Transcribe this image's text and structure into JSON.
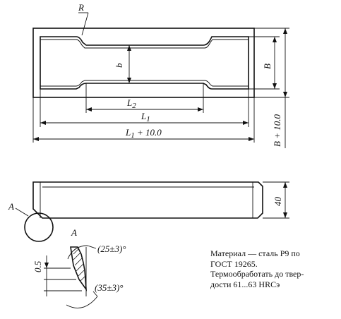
{
  "labels": {
    "radius": "R",
    "width_inner": "b",
    "width_outer": "B",
    "length_2": "L",
    "length_2_sub": "2",
    "length_1": "L",
    "length_1_sub": "1",
    "total_length": "L",
    "total_length_sub": "1",
    "total_length_suffix": " + 10.0",
    "total_width": "B + 10.0",
    "thickness": "40",
    "section_marker": "A",
    "view_marker": "A",
    "angle_top": "(25±3)°",
    "angle_bottom": "(35±3)°",
    "offset": "0.5"
  },
  "note": {
    "line1": "Материал — сталь Р9 по",
    "line2": "ГОСТ 19265.",
    "line3": "Термообработать до твер-",
    "line4": "дости 61...63 HRCэ"
  }
}
